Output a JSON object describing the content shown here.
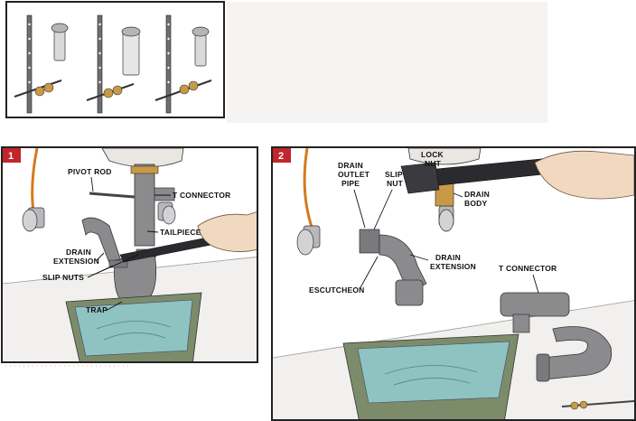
{
  "panel_1": {
    "step_number": "1",
    "labels": {
      "pivot_rod": "PIVOT ROD",
      "t_connector": "T CONNECTOR",
      "tailpiece": "TAILPIECE",
      "drain_extension_1": "DRAIN",
      "drain_extension_2": "EXTENSION",
      "slip_nuts": "SLIP NUTS",
      "trap": "TRAP"
    }
  },
  "panel_2": {
    "step_number": "2",
    "labels": {
      "lock_nut_1": "LOCK",
      "lock_nut_2": "NUT",
      "drain_outlet_pipe_1": "DRAIN",
      "drain_outlet_pipe_2": "OUTLET",
      "drain_outlet_pipe_3": "PIPE",
      "slip_nut_1": "SLIP",
      "slip_nut_2": "NUT",
      "drain_body_1": "DRAIN",
      "drain_body_2": "BODY",
      "drain_extension_1": "DRAIN",
      "drain_extension_2": "EXTENSION",
      "escutcheon": "ESCUTCHEON",
      "t_connector": "T CONNECTOR"
    }
  },
  "colors": {
    "step_badge": "#c0262c",
    "water": "#8ec3c2",
    "basin": "#7c8c6a",
    "pipe": "#8b8b8e",
    "supply_tube": "#d47a1e",
    "brass": "#c99a45"
  }
}
